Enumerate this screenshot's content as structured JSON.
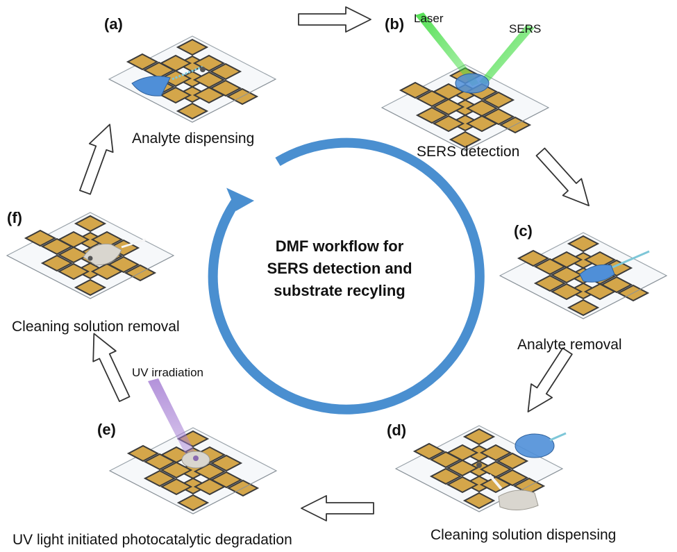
{
  "center_title_lines": [
    "DMF workflow for",
    "SERS detection and",
    "substrate recyling"
  ],
  "panels": {
    "a": {
      "letter": "(a)",
      "caption": "Analyte dispensing"
    },
    "b": {
      "letter": "(b)",
      "caption": "SERS detection",
      "laser_label": "Laser",
      "sers_label": "SERS"
    },
    "c": {
      "letter": "(c)",
      "caption": "Analyte removal"
    },
    "d": {
      "letter": "(d)",
      "caption": "Cleaning solution dispensing"
    },
    "e": {
      "letter": "(e)",
      "caption": "UV light initiated photocatalytic degradation",
      "uv_label": "UV irradiation"
    },
    "f": {
      "letter": "(f)",
      "caption": "Cleaning solution removal"
    }
  },
  "colors": {
    "electrode_gold": "#d4a64a",
    "electrode_edge": "#3b3b3b",
    "cycle_arrow_blue": "#4a8fd0",
    "analyte_blue": "#4f8fd8",
    "cleaning_gray": "#d9d6cf",
    "laser_green": "#3fdc3f",
    "uv_purple": "#a67fd4"
  }
}
